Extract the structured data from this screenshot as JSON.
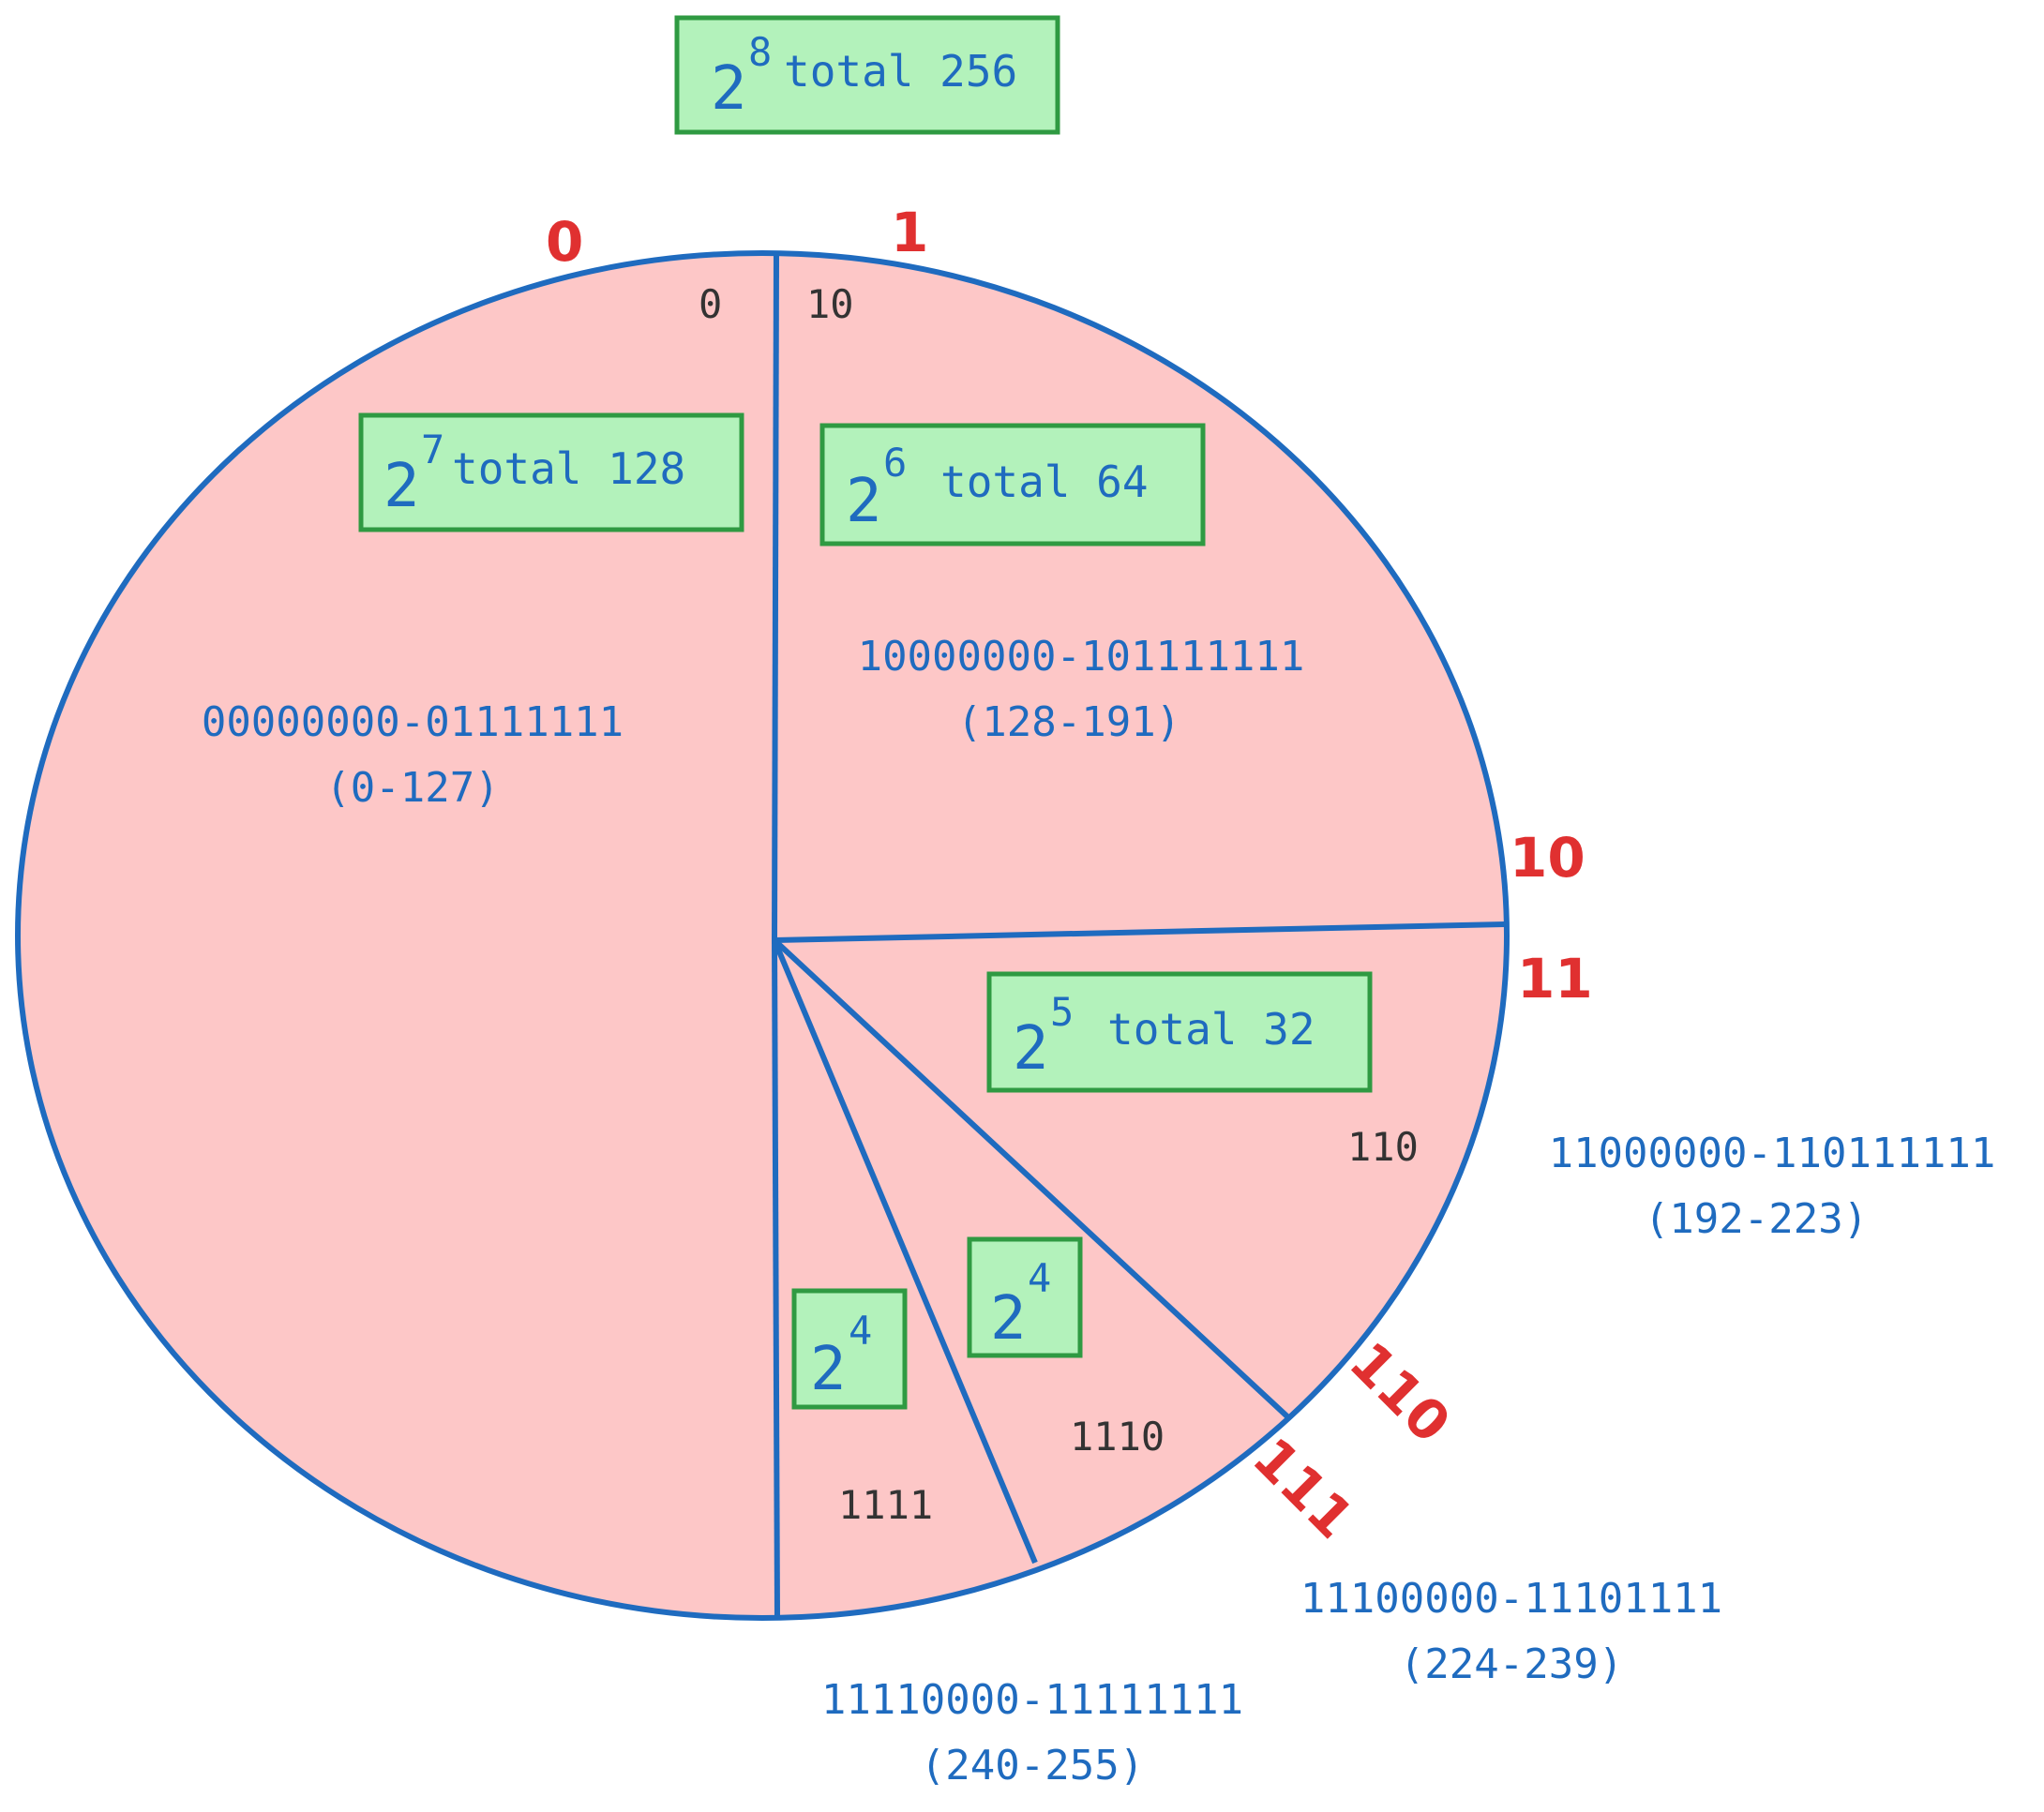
{
  "colors": {
    "outline": "#1f6bbf",
    "pie_fill": "#fdc7c7",
    "box_fill": "#b3f2bb",
    "box_border": "#2f9a42",
    "box_text": "#1f6bbf",
    "prefix_red": "#e03030",
    "inner_label": "#333333",
    "range_text": "#1f6bbf"
  },
  "total_box": {
    "base": "2",
    "exp": "8",
    "label": "total 256"
  },
  "boundary_prefixes": [
    "0",
    "1",
    "10",
    "11",
    "110",
    "111"
  ],
  "slices": [
    {
      "id": "0",
      "bits": "0",
      "box": {
        "base": "2",
        "exp": "7",
        "label": "total 128"
      },
      "range_binary": "00000000-01111111",
      "range_decimal": "(0-127)"
    },
    {
      "id": "10",
      "bits": "10",
      "box": {
        "base": "2",
        "exp": "6",
        "label": "total 64"
      },
      "range_binary": "10000000-101111111",
      "range_decimal": "(128-191)"
    },
    {
      "id": "110",
      "bits": "110",
      "box": {
        "base": "2",
        "exp": "5",
        "label": "total 32"
      },
      "range_binary": "11000000-110111111",
      "range_decimal": "(192-223)"
    },
    {
      "id": "1110",
      "bits": "1110",
      "box": {
        "base": "2",
        "exp": "4",
        "label": ""
      },
      "range_binary": "11100000-11101111",
      "range_decimal": "(224-239)"
    },
    {
      "id": "1111",
      "bits": "1111",
      "box": {
        "base": "2",
        "exp": "4",
        "label": ""
      },
      "range_binary": "11110000-11111111",
      "range_decimal": "(240-255)"
    }
  ]
}
